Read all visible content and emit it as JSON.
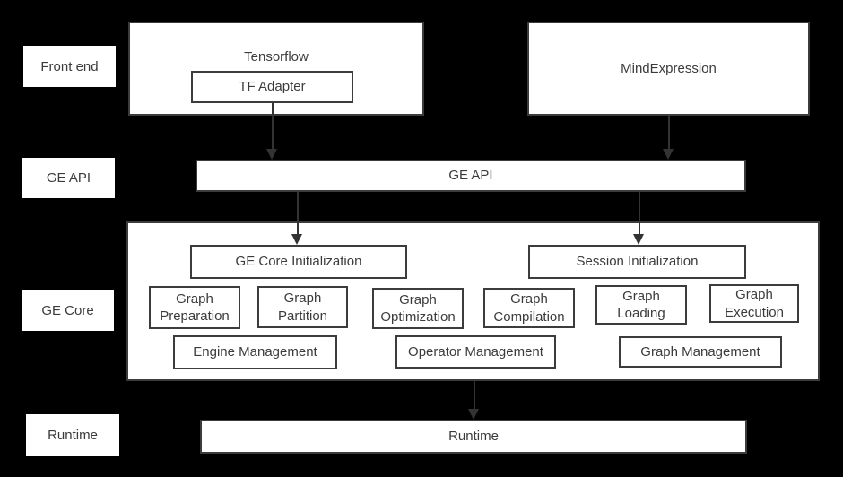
{
  "colors": {
    "background": "#000000",
    "box_fill": "#ffffff",
    "box_border": "#3c3c3c",
    "text": "#3b3b3b",
    "arrow": "#333333"
  },
  "side_labels": {
    "front_end": "Front end",
    "ge_api": "GE API",
    "ge_core": "GE Core",
    "runtime": "Runtime"
  },
  "front_end": {
    "tensorflow": "Tensorflow",
    "tf_adapter": "TF Adapter",
    "mind_expression": "MindExpression"
  },
  "ge_api": {
    "label": "GE API"
  },
  "ge_core": {
    "initialization": [
      "GE Core Initialization",
      "Session Initialization"
    ],
    "pipeline": [
      "Graph Preparation",
      "Graph Partition",
      "Graph Optimization",
      "Graph Compilation",
      "Graph Loading",
      "Graph Execution"
    ],
    "management": [
      "Engine Management",
      "Operator Management",
      "Graph Management"
    ]
  },
  "runtime": {
    "label": "Runtime"
  }
}
